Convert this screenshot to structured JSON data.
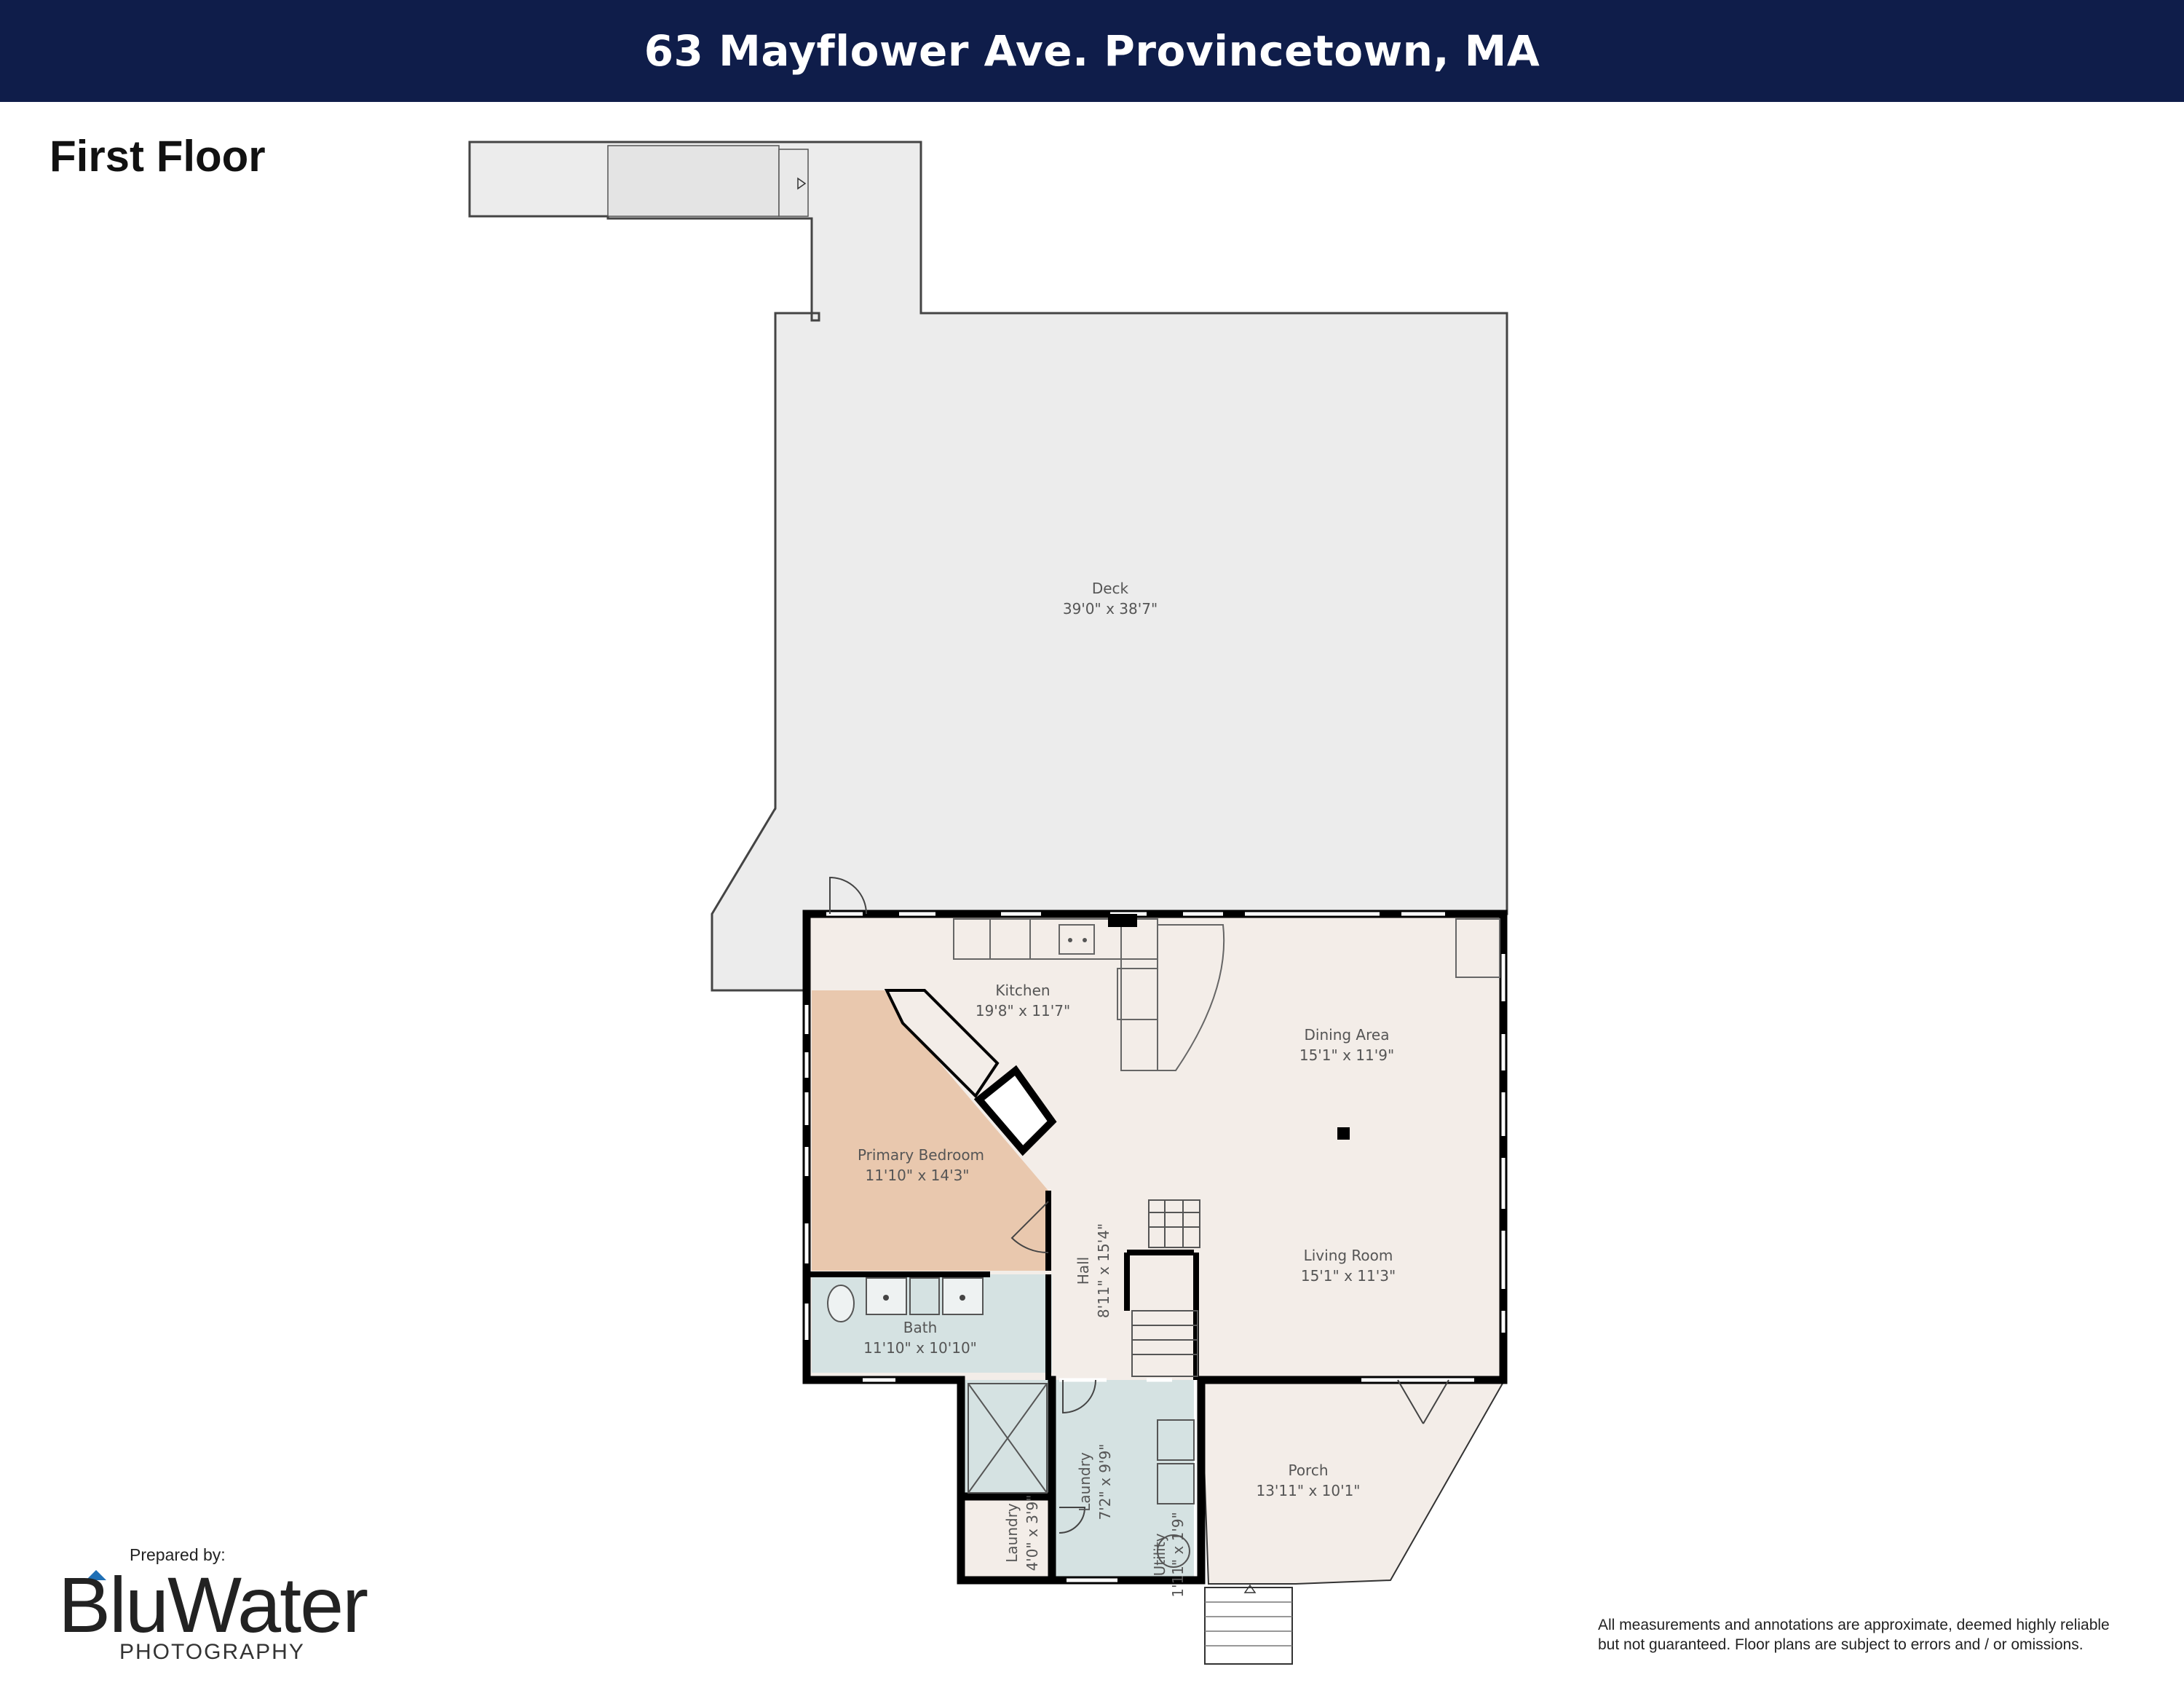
{
  "header": {
    "title": "63 Mayflower Ave. Provincetown, MA"
  },
  "floor": {
    "title": "First Floor"
  },
  "rooms": [
    {
      "name": "Deck",
      "dims": "39'0\" x 38'7\""
    },
    {
      "name": "Kitchen",
      "dims": "19'8\" x 11'7\""
    },
    {
      "name": "Dining Area",
      "dims": "15'1\" x 11'9\""
    },
    {
      "name": "Primary Bedroom",
      "dims": "11'10\" x 14'3\""
    },
    {
      "name": "Hall",
      "dims": "8'11\" x 15'4\""
    },
    {
      "name": "Living Room",
      "dims": "15'1\" x 11'3\""
    },
    {
      "name": "Bath",
      "dims": "11'10\" x 10'10\""
    },
    {
      "name": "Laundry",
      "dims": "7'2\" x 9'9\""
    },
    {
      "name": "Porch",
      "dims": "13'11\" x 10'1\""
    },
    {
      "name": "Laundry",
      "dims": "4'0\" x 3'9\""
    },
    {
      "name": "Utility",
      "dims": "1'11\" x 1'9\""
    }
  ],
  "branding": {
    "prepared_by": "Prepared by:",
    "logo_main": "BluWater",
    "logo_sub": "PHOTOGRAPHY"
  },
  "disclaimer": {
    "line1": "All measurements and annotations are approximate, deemed highly reliable",
    "line2": "but not guaranteed. Floor plans are subject to errors and / or omissions."
  },
  "colors": {
    "header_bg": "#0f1d4a",
    "deck": "#ececec",
    "interior": "#f3ede8",
    "bedroom": "#e9c8ae",
    "wet_room": "#d5e2e2",
    "porch": "#f3ede8"
  }
}
